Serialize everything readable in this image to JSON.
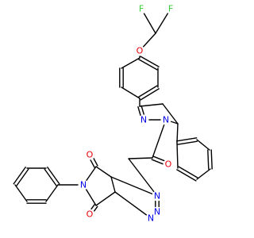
{
  "colors": {
    "bond": "#000000",
    "carbon": "#000000",
    "O": "#e8000b",
    "N": "#0000e8",
    "F": "#33cc33"
  },
  "atoms": [
    {
      "id": "F1",
      "symbol": "F"
    },
    {
      "id": "F2",
      "symbol": "F"
    },
    {
      "id": "O1",
      "symbol": "O"
    },
    {
      "id": "N1",
      "symbol": "N"
    },
    {
      "id": "N2",
      "symbol": "N"
    },
    {
      "id": "O2",
      "symbol": "O"
    },
    {
      "id": "O3",
      "symbol": "O"
    },
    {
      "id": "O4",
      "symbol": "O"
    },
    {
      "id": "N3",
      "symbol": "N"
    },
    {
      "id": "N4",
      "symbol": "N"
    },
    {
      "id": "N5",
      "symbol": "N"
    },
    {
      "id": "N6",
      "symbol": "N"
    }
  ]
}
